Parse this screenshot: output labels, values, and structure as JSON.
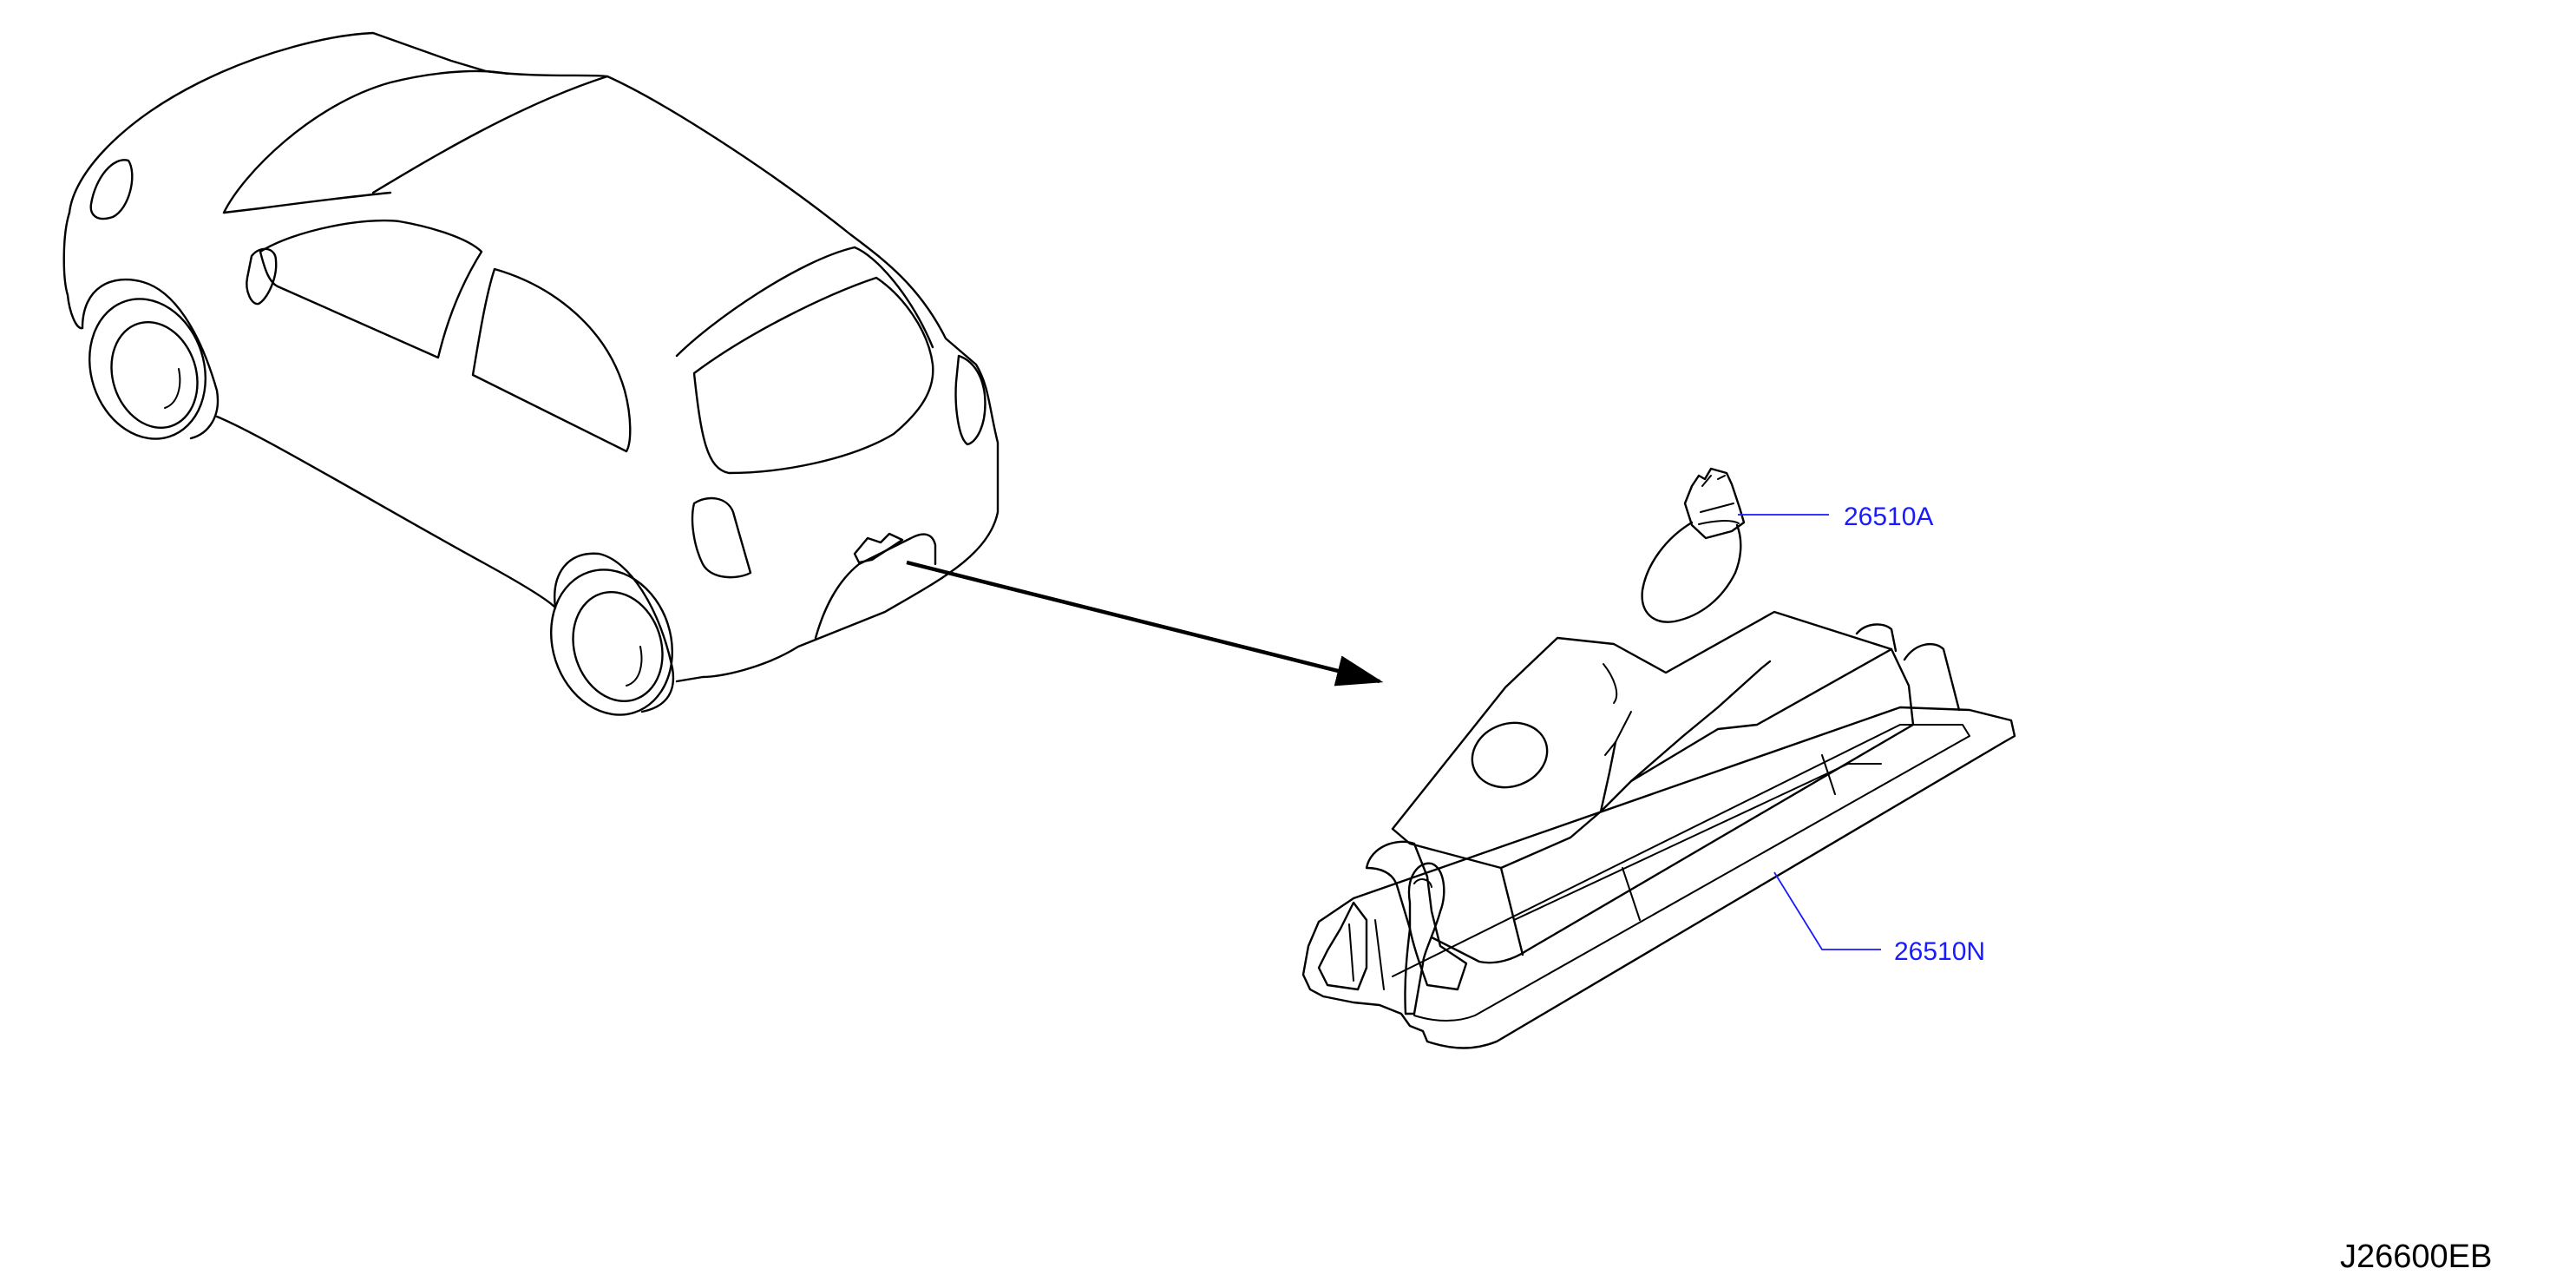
{
  "diagram": {
    "parts": [
      {
        "part_number": "26510A",
        "color": "#1a1aff",
        "description_icon": "bulb-icon"
      },
      {
        "part_number": "26510N",
        "color": "#1a1aff",
        "description_icon": "license-lamp-housing-icon"
      }
    ],
    "drawing_code": "J26600EB"
  }
}
